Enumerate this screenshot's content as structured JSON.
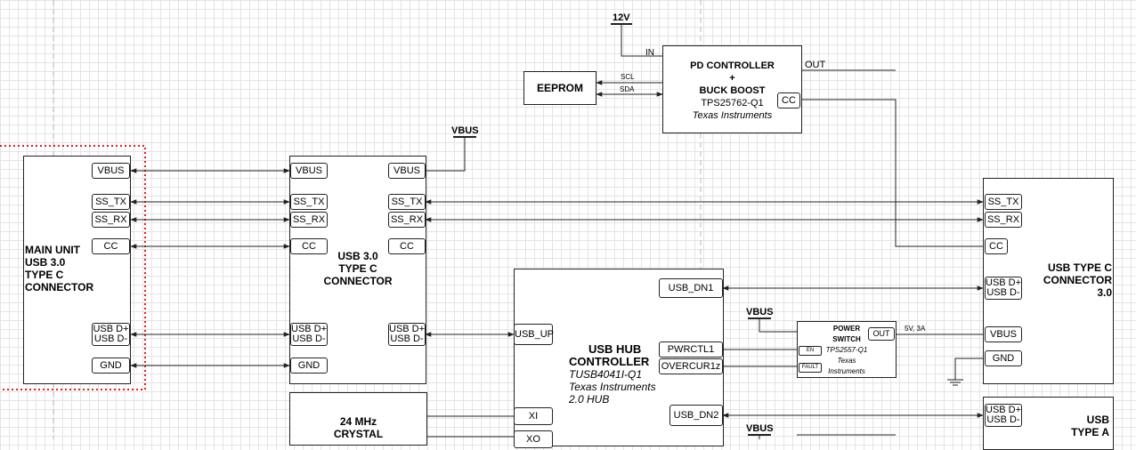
{
  "main_unit": {
    "title_lines": [
      "MAIN UNIT",
      "USB 3.0",
      "TYPE C",
      "CONNECTOR"
    ],
    "pins": [
      "VBUS",
      "SS_TX",
      "SS_RX",
      "CC",
      "USB D+",
      "USB D-",
      "GND"
    ]
  },
  "usb30_typec": {
    "title_lines": [
      "USB 3.0",
      "TYPE C",
      "CONNECTOR"
    ],
    "left_pins": [
      "VBUS",
      "SS_TX",
      "SS_RX",
      "CC",
      "USB D+",
      "USB D-",
      "GND"
    ],
    "right_pins": [
      "VBUS",
      "SS_TX",
      "SS_RX",
      "CC",
      "USB D+",
      "USB D-"
    ]
  },
  "pd_controller": {
    "title_lines": [
      "PD CONTROLLER",
      "+",
      "BUCK BOOST"
    ],
    "part": "TPS25762-Q1",
    "vendor": "Texas Instruments",
    "in_label": "IN",
    "out_label": "OUT",
    "cc_pin": "CC",
    "supply": "12V"
  },
  "eeprom": {
    "title": "EEPROM",
    "scl": "SCL",
    "sda": "SDA"
  },
  "vbus_labels": [
    "VBUS",
    "VBUS",
    "VBUS"
  ],
  "hub": {
    "title_lines": [
      "USB HUB",
      "CONTROLLER"
    ],
    "part": "TUSB4041I-Q1",
    "vendor": "Texas Instruments",
    "note": "2.0 HUB",
    "pins": {
      "usb_up": "USB_UP",
      "usb_dn1": "USB_DN1",
      "pwrctl1": "PWRCTL1",
      "overcur1z": "OVERCUR1z",
      "usb_dn2": "USB_DN2",
      "xi": "XI",
      "xo": "XO"
    }
  },
  "power_switch": {
    "title_lines": [
      "POWER",
      "SWITCH"
    ],
    "part": "TPS2557-Q1",
    "vendor_lines": [
      "Texas",
      "Instruments"
    ],
    "en": "EN",
    "fault": "FAULT",
    "out": "OUT",
    "rating": "5V, 3A"
  },
  "crystal": {
    "title_lines": [
      "24 MHz",
      "CRYSTAL"
    ]
  },
  "usb_typec_30": {
    "title_lines": [
      "USB TYPE C",
      "CONNECTOR",
      "3.0"
    ],
    "pins": [
      "SS_TX",
      "SS_RX",
      "CC",
      "USB D+",
      "USB D-",
      "VBUS",
      "GND"
    ]
  },
  "usb_typea": {
    "title_lines": [
      "USB",
      "TYPE A"
    ],
    "pins": [
      "USB D+",
      "USB D-"
    ]
  },
  "colors": {
    "grid": "#e4e4e4",
    "dotted_border": "#e02020",
    "line": "#222222"
  }
}
